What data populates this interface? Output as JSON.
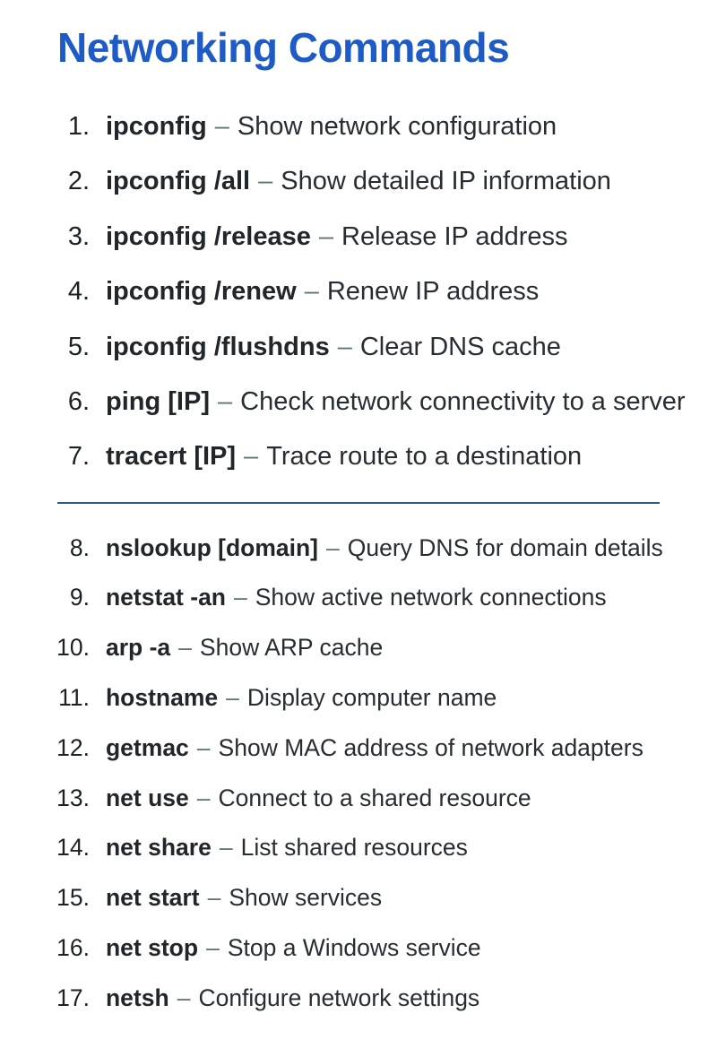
{
  "page": {
    "title": "Networking Commands",
    "separator": "–",
    "colors": {
      "title": "#1e5bc6",
      "text": "#1c2126",
      "dash": "#5a7676",
      "divider": "#2d5f8e",
      "background": "#ffffff"
    }
  },
  "divider_after_index": 6,
  "commands": [
    {
      "number": "1.",
      "command": "ipconfig",
      "description": "Show network configuration",
      "group": 1
    },
    {
      "number": "2.",
      "command": "ipconfig /all",
      "description": "Show detailed IP information",
      "group": 1
    },
    {
      "number": "3.",
      "command": "ipconfig /release",
      "description": "Release IP address",
      "group": 1
    },
    {
      "number": "4.",
      "command": "ipconfig /renew",
      "description": "Renew IP address",
      "group": 1
    },
    {
      "number": "5.",
      "command": "ipconfig /flushdns",
      "description": "Clear DNS cache",
      "group": 1
    },
    {
      "number": "6.",
      "command": "ping [IP]",
      "description": "Check network connectivity to a server",
      "group": 1
    },
    {
      "number": "7.",
      "command": "tracert [IP]",
      "description": "Trace route to a destination",
      "group": 1
    },
    {
      "number": "8.",
      "command": "nslookup [domain]",
      "description": "Query DNS for domain details",
      "group": 2
    },
    {
      "number": "9.",
      "command": "netstat -an",
      "description": "Show active network connections",
      "group": 2
    },
    {
      "number": "10.",
      "command": "arp -a",
      "description": "Show ARP cache",
      "group": 2
    },
    {
      "number": "11.",
      "command": "hostname",
      "description": "Display computer name",
      "group": 2
    },
    {
      "number": "12.",
      "command": "getmac",
      "description": "Show MAC address of network adapters",
      "group": 2
    },
    {
      "number": "13.",
      "command": "net use",
      "description": "Connect to a shared resource",
      "group": 2
    },
    {
      "number": "14.",
      "command": "net share",
      "description": "List shared resources",
      "group": 2
    },
    {
      "number": "15.",
      "command": "net start",
      "description": "Show services",
      "group": 2
    },
    {
      "number": "16.",
      "command": "net stop",
      "description": "Stop a Windows service",
      "group": 2
    },
    {
      "number": "17.",
      "command": "netsh",
      "description": "Configure network settings",
      "group": 2
    }
  ]
}
